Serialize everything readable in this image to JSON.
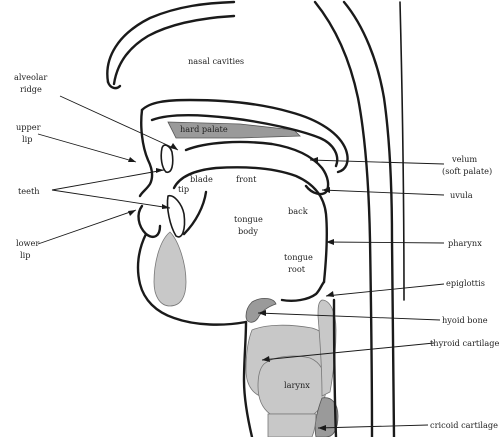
{
  "labels": {
    "nasal_cavities": "nasal cavities",
    "alveolar_ridge_1": "alveolar",
    "alveolar_ridge_2": "ridge",
    "upper_lip_1": "upper",
    "upper_lip_2": "lip",
    "teeth": "teeth",
    "lower_lip_1": "lower",
    "lower_lip_2": "lip",
    "hard_palate": "hard palate",
    "blade": "blade",
    "front": "front",
    "tip": "tip",
    "tongue_body_1": "tongue",
    "tongue_body_2": "body",
    "back": "back",
    "tongue_root_1": "tongue",
    "tongue_root_2": "root",
    "velum_1": "velum",
    "velum_2": "(soft palate)",
    "uvula": "uvula",
    "pharynx": "pharynx",
    "epiglottis": "epiglottis",
    "hyoid_bone": "hyoid bone",
    "thyroid_cartilage": "thyroid cartilage",
    "larynx": "larynx",
    "cricoid_cartilage": "cricoid cartilage"
  },
  "colors": {
    "outline": "#1a1a1a",
    "cartilage_fill": "#c8c8c8",
    "dark_fill": "#9a9a9a",
    "background": "#ffffff"
  }
}
